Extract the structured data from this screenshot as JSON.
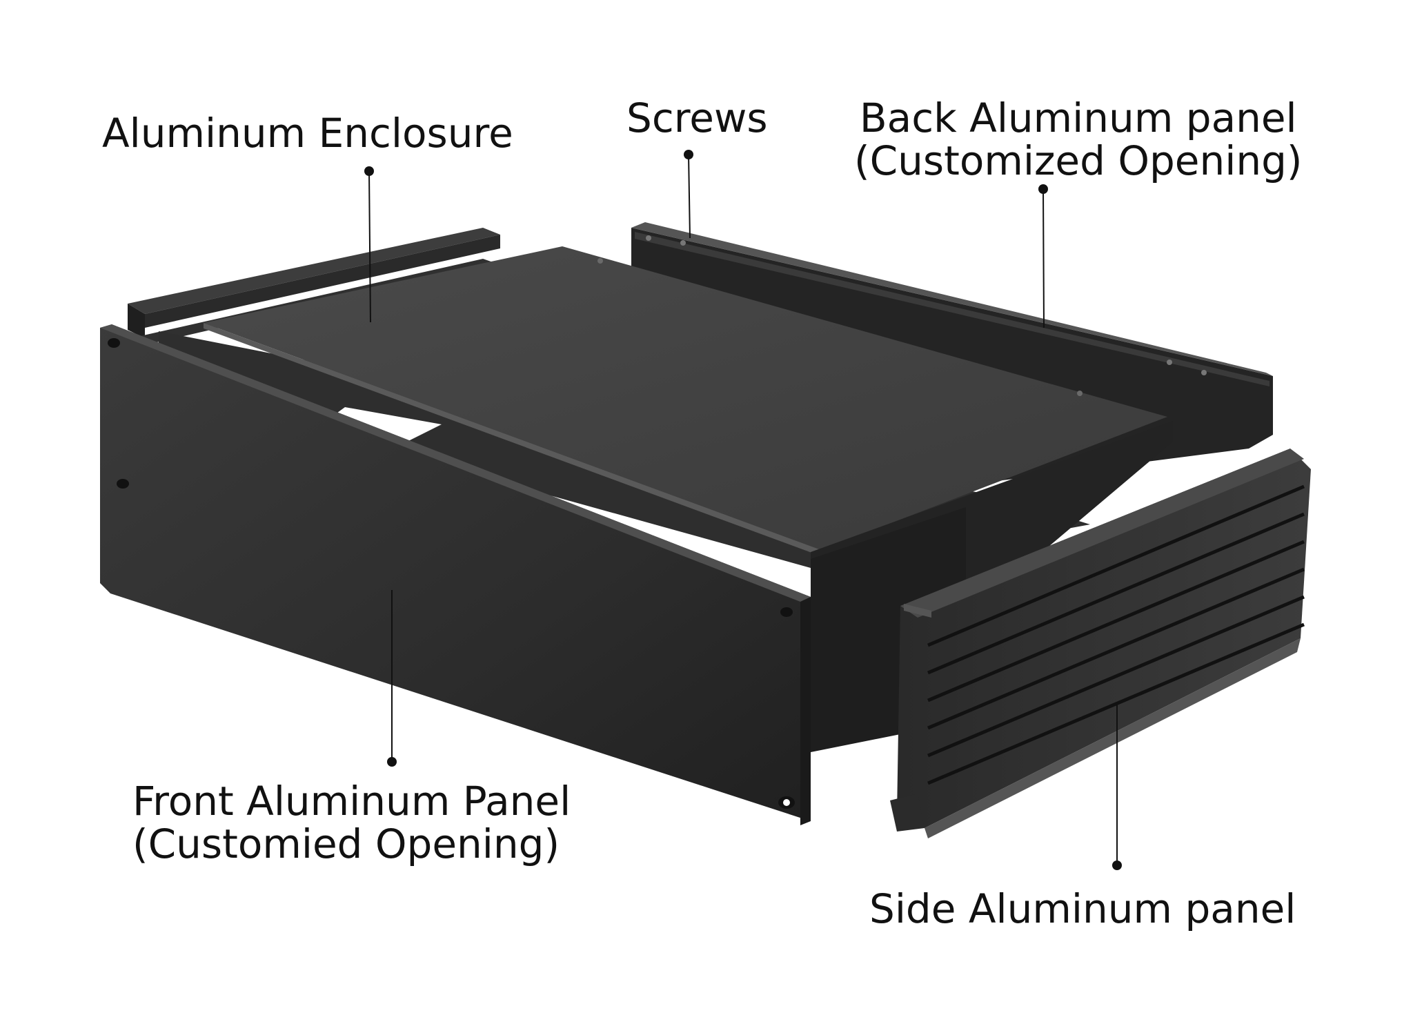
{
  "labels": {
    "enclosure": "Aluminum Enclosure",
    "screws": "Screws",
    "back_line1": "Back Aluminum panel",
    "back_line2": "(Customized Opening)",
    "front_line1": "Front Aluminum Panel",
    "front_line2": "(Customied Opening)",
    "side": "Side Aluminum panel"
  },
  "colors": {
    "text": "#111111",
    "metal_dark": "#262626",
    "metal_mid": "#3a3a3a",
    "metal_light": "#555555",
    "background": "#ffffff"
  }
}
